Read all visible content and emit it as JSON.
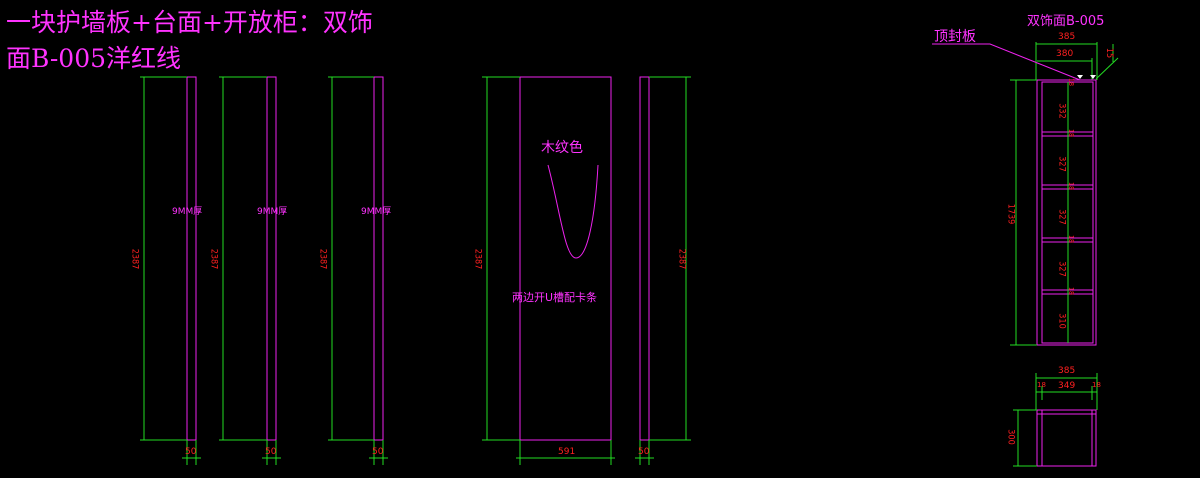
{
  "title": {
    "line1": "一块护墙板+台面+开放柜：双饰",
    "line2": "面B-005洋红线"
  },
  "panels": {
    "thickness_label": "9MM厚",
    "height_dim": "2387",
    "narrow_width_dim": "50",
    "wide_width_dim": "591",
    "right_width_dim": "50"
  },
  "center_panel": {
    "wood_label": "木纹色",
    "groove_label": "两边开U槽配卡条"
  },
  "cabinet": {
    "finish_label": "双饰面B-005",
    "top_board_label": "顶封板",
    "top_width_outer": "385",
    "top_width_inner": "380",
    "top_thk": "15",
    "total_height": "1739",
    "shelf_gaps": [
      "332",
      "327",
      "327",
      "327",
      "310"
    ],
    "shelf_thk": [
      "18",
      "18",
      "18",
      "18",
      "18"
    ],
    "bottom_width_outer": "385",
    "bottom_width_inner": "349",
    "bottom_side_l": "18",
    "bottom_side_r": "18",
    "bottom_depth": "300"
  },
  "colors": {
    "magenta": "#ff33ff",
    "green": "#22dd22",
    "red": "#ff2020",
    "background": "#000000"
  }
}
